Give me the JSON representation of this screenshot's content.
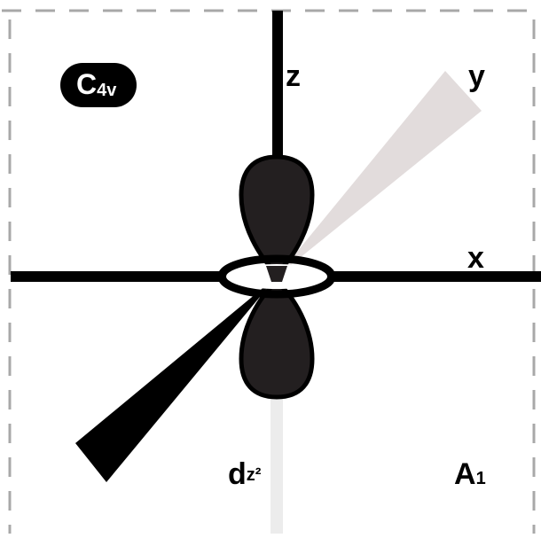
{
  "diagram": {
    "point_group": {
      "main": "C",
      "sub": "4v"
    },
    "axes": {
      "z": "z",
      "y": "y",
      "x": "x"
    },
    "orbital": {
      "main": "d",
      "sub": "z²"
    },
    "symmetry_label": {
      "main": "A",
      "sub": "1"
    }
  },
  "colors": {
    "ink": "#000000",
    "lobe_fill": "#231f20",
    "y_axis_wedge": "#e2dcdc",
    "z_axis_below": "#ececec",
    "frame_dash": "#a8a8a8",
    "badge_fill": "#000000",
    "badge_text": "#ffffff"
  }
}
